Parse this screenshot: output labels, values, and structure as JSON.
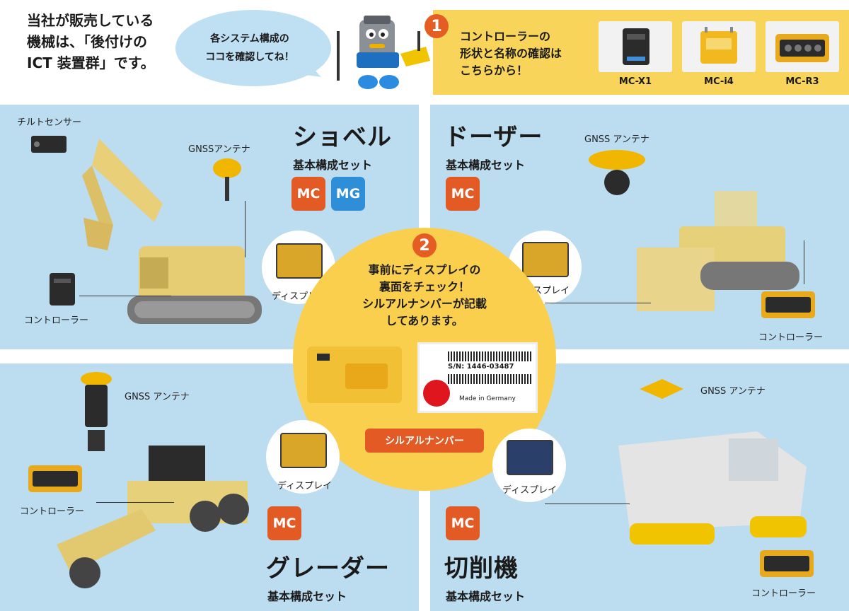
{
  "header": {
    "intro": "当社が販売している\n機械は、「後付けの\nICT 装置群」です。",
    "bubble": "各システム構成の\nココを確認してね！"
  },
  "step1": {
    "number": "1",
    "text": "コントローラーの\n形状と名称の確認は\nこちらから！",
    "controllers": [
      {
        "name": "MC-X1"
      },
      {
        "name": "MC-i4"
      },
      {
        "name": "MC-R3"
      }
    ]
  },
  "panels": {
    "shovel": {
      "title": "ショベル",
      "subtitle": "基本構成セット",
      "tags": [
        "MC",
        "MG"
      ],
      "labels": {
        "tilt": "チルトセンサー",
        "gnss": "GNSSアンテナ",
        "controller": "コントローラー",
        "display": "ディスプレイ"
      }
    },
    "dozer": {
      "title": "ドーザー",
      "subtitle": "基本構成セット",
      "tags": [
        "MC"
      ],
      "labels": {
        "gnss": "GNSS アンテナ",
        "controller": "コントローラー",
        "display": "ディスプレイ"
      }
    },
    "grader": {
      "title": "グレーダー",
      "subtitle": "基本構成セット",
      "tags": [
        "MC"
      ],
      "labels": {
        "gnss": "GNSS アンテナ",
        "controller": "コントローラー",
        "display": "ディスプレイ"
      }
    },
    "milling": {
      "title": "切削機",
      "subtitle": "基本構成セット",
      "tags": [
        "MC"
      ],
      "labels": {
        "gnss": "GNSS アンテナ",
        "controller": "コントローラー",
        "display": "ディスプレイ"
      }
    }
  },
  "step2": {
    "number": "2",
    "text": "事前にディスプレイの\n裏面をチェック！\nシルアルナンバーが記載\nしてあります。",
    "serial_text": "S/N: 1446-03487",
    "made_in": "Made in Germany",
    "button_label": "シルアルナンバー"
  },
  "colors": {
    "panel_bg": "#bcdcef",
    "accent_orange": "#e35a24",
    "accent_blue": "#2e8ed8",
    "yellow": "#fbcf4e"
  }
}
